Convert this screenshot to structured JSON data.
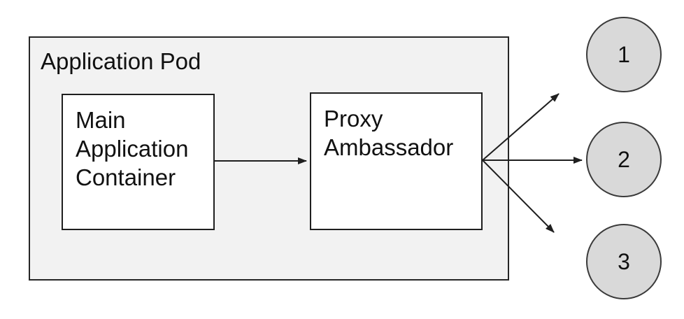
{
  "diagram": {
    "pod": {
      "label": "Application Pod"
    },
    "nodes": [
      {
        "id": "main-application-container",
        "label": "Main Application Container"
      },
      {
        "id": "proxy-ambassador",
        "label": "Proxy Ambassador"
      }
    ],
    "endpoints": [
      {
        "label": "1"
      },
      {
        "label": "2"
      },
      {
        "label": "3"
      }
    ],
    "arrows": [
      {
        "from": "main-application-container",
        "to": "proxy-ambassador"
      },
      {
        "from": "proxy-ambassador",
        "to": "endpoint-1"
      },
      {
        "from": "proxy-ambassador",
        "to": "endpoint-2"
      },
      {
        "from": "proxy-ambassador",
        "to": "endpoint-3"
      }
    ],
    "colors": {
      "pod_fill": "#f2f2f2",
      "node_fill": "#ffffff",
      "endpoint_fill": "#d9d9d9",
      "stroke": "#1f1f1f",
      "text": "#111111"
    }
  }
}
